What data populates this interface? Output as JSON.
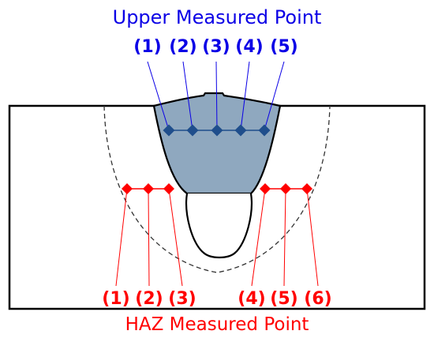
{
  "upper": {
    "title": "Upper Measured Point",
    "labels": [
      "(1)",
      "(2)",
      "(3)",
      "(4)",
      "(5)"
    ],
    "color": "#0b00e6",
    "marker_color": "#1f4e8c",
    "line_color": "#1f4e8c"
  },
  "haz": {
    "title": "HAZ Measured Point",
    "labels": [
      "(1)",
      "(2)",
      "(3)",
      "(4)",
      "(5)",
      "(6)"
    ],
    "color": "#ff0000",
    "marker_color": "#ff0000"
  },
  "colors": {
    "weld_fill": "#8fa8bf",
    "outline": "#000000",
    "haz_boundary": "#333333",
    "background": "#ffffff"
  }
}
